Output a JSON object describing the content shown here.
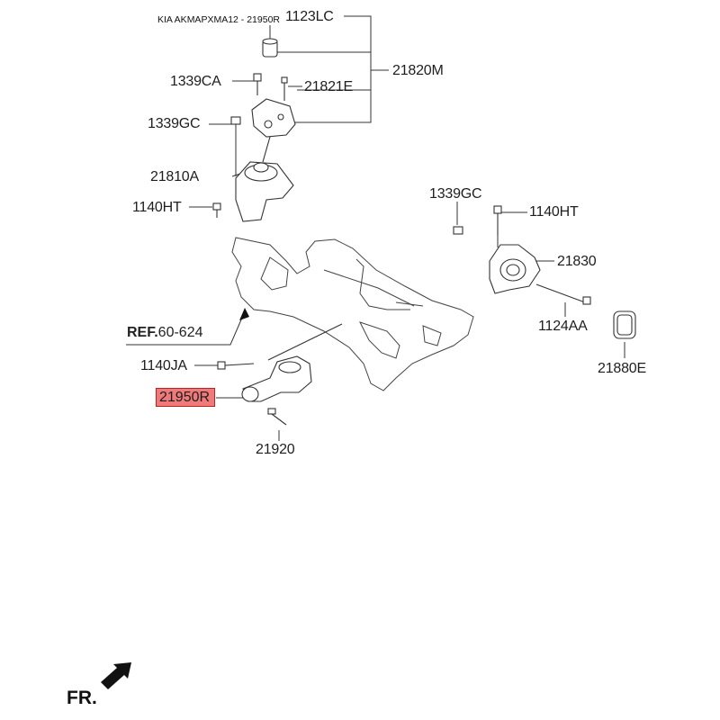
{
  "header": {
    "title": "KIA AKMAPXMA12 - 21950R"
  },
  "labels": {
    "p1123LC": "1123LC",
    "p21820M": "21820M",
    "p1339CA": "1339CA",
    "p21821E": "21821E",
    "p1339GC_left": "1339GC",
    "p21810A": "21810A",
    "p1140HT_left": "1140HT",
    "p1339GC_right": "1339GC",
    "p1140HT_right": "1140HT",
    "p21830": "21830",
    "p1124AA": "1124AA",
    "p21880E": "21880E",
    "p1140JA": "1140JA",
    "p21950R": "21950R",
    "p21920": "21920"
  },
  "reference": {
    "prefix": "REF.",
    "value": "60-624"
  },
  "direction": {
    "label": "FR."
  },
  "highlight": {
    "part": "21950R",
    "color": "#f07a7a"
  }
}
